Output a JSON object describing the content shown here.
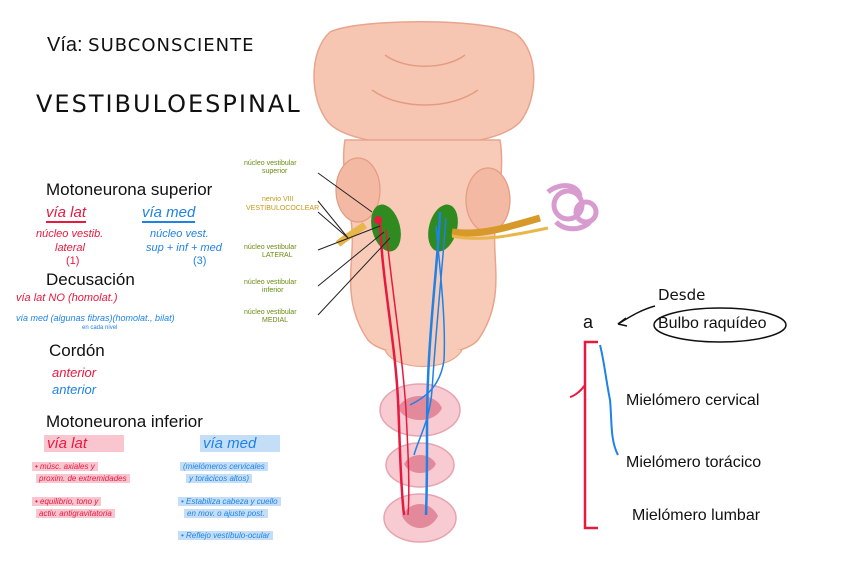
{
  "header": {
    "via_label": "Vía:",
    "via_value": "SUBCONSCIENTE",
    "tract_name": "VESTIBULOESPINAL"
  },
  "sections": {
    "upper": {
      "title": "Motoneurona superior",
      "lat_head": "vía lat",
      "med_head": "vía med",
      "lat_text1": "núcleo vestib.",
      "lat_text2": "lateral",
      "lat_num": "(1)",
      "med_text1": "núcleo vest.",
      "med_text2": "sup + inf + med",
      "med_num": "(3)"
    },
    "decussation": {
      "title": "Decusación",
      "lat_text": "vía lat NO (homolat.)",
      "med_text": "vía med (algunas fibras)(homolat., bilat)",
      "med_sub": "en cada nivel"
    },
    "cord": {
      "title": "Cordón",
      "lat_text": "anterior",
      "med_text": "anterior"
    },
    "lower": {
      "title": "Motoneurona inferior",
      "lat_head": "vía lat",
      "med_head": "vía med",
      "lat_b1a": "• músc. axiales y",
      "lat_b1b": "proxim. de extremidades",
      "lat_b2a": "• equilibrio, tono y",
      "lat_b2b": "activ. antigravitatoria",
      "med_b1a": "(mielómeros cervicales",
      "med_b1b": "y torácicos altos)",
      "med_b2a": "• Estabiliza cabeza y cuello",
      "med_b2b": "en mov. o ajuste post.",
      "med_b3": "• Reflejo vestíbulo-ocular"
    }
  },
  "nuclei_labels": {
    "superior_1": "núcleo vestibular",
    "superior_2": "superior",
    "nerve_1": "nervio VIII",
    "nerve_2": "VESTIBULOCOCLEAR",
    "lateral_1": "núcleo vestibular",
    "lateral_2": "LATERAL",
    "inferior_1": "núcleo vestibular",
    "inferior_2": "inferior",
    "medial_1": "núcleo vestibular",
    "medial_2": "MEDIAL"
  },
  "origin": {
    "desde": "Desde",
    "a": "a",
    "bulbo": "Bulbo raquídeo"
  },
  "levels": {
    "cervical": "Mielómero cervical",
    "thoracic": "Mielómero torácico",
    "lumbar": "Mielómero lumbar"
  },
  "colors": {
    "lateral_pathway": "#e8193f",
    "medial_pathway": "#1e82e6",
    "nuclei": "#2f8a1f",
    "brainstem": "#f6c7b4",
    "nerve": "#d79a2a"
  }
}
